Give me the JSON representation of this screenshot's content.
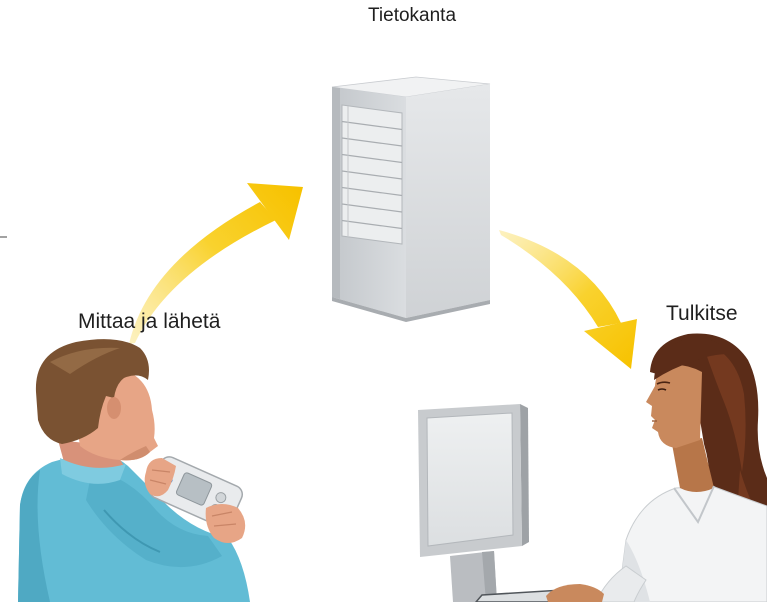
{
  "labels": {
    "database": "Tietokanta",
    "measure_and_send": "Mittaa ja lähetä",
    "interpret": "Tulkitse"
  },
  "colors": {
    "arrow_start": "#fbe68c",
    "arrow_end": "#f7c200",
    "shirt": "#62bcd5",
    "man_hair": "#7a5232",
    "woman_hair": "#5b2c18",
    "label_text": "#1f1f1f"
  }
}
